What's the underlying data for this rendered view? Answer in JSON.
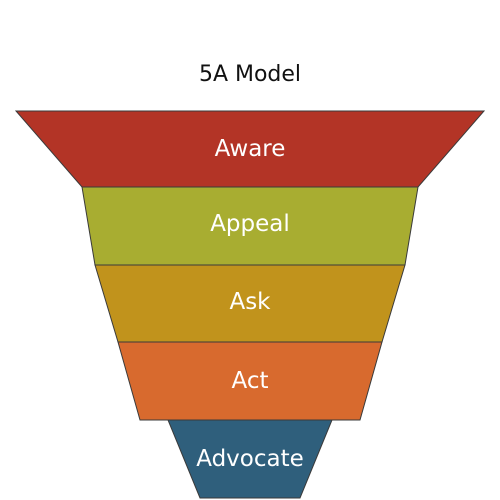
{
  "title": "5A Model",
  "layers": [
    {
      "label": "Aware",
      "color": "#b33426"
    },
    {
      "label": "Appeal",
      "color": "#a8ad31"
    },
    {
      "label": "Ask",
      "color": "#c1931c"
    },
    {
      "label": "Act",
      "color": "#d86a2e"
    },
    {
      "label": "Advocate",
      "color": "#2f5f7c"
    }
  ]
}
